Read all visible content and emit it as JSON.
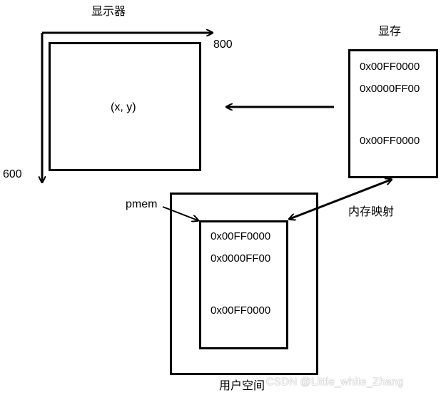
{
  "display": {
    "title": "显示器",
    "width_label": "800",
    "height_label": "600",
    "pixel_label": "(x, y)"
  },
  "vram": {
    "title": "显存",
    "values": [
      "0x00FF0000",
      "0x0000FF00",
      "0x00FF0000"
    ]
  },
  "mapping_label": "内存映射",
  "pointer_label": "pmem",
  "user_space": {
    "title": "用户空间",
    "values": [
      "0x00FF0000",
      "0x0000FF00",
      "0x00FF0000"
    ]
  },
  "watermark": "CSDN @Little_white_Zhang"
}
